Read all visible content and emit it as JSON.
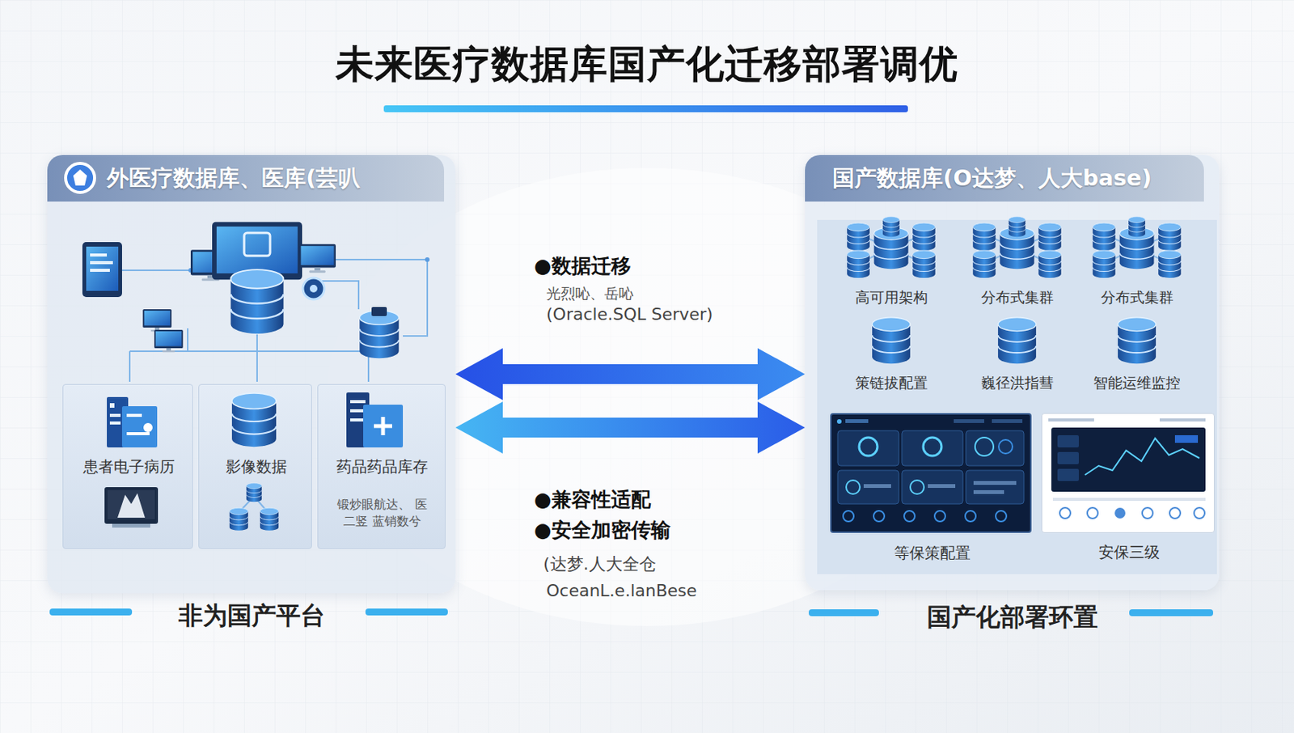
{
  "diagram": {
    "title": "未来医疗数据库国产化迁移部署调优",
    "nodes": [
      {
        "text": [
          "外医疗数据库、医库(芸叭",
          "非为国产平台"
        ]
      },
      {
        "text": [
          "患者电子病历"
        ],
        "in": 0
      },
      {
        "text": [
          "影像数据"
        ],
        "in": 0
      },
      {
        "text": [
          "药品药品库存",
          "锻炒眼航达、 医二竖 蓝销数兮"
        ],
        "in": 0
      },
      {
        "text": [
          "国产数据库(O达梦、人大base)",
          "国产化部署环置"
        ]
      },
      {
        "text": [
          "等保策配置"
        ],
        "in": 4
      },
      {
        "text": [
          "安保三级"
        ],
        "in": 4
      }
    ],
    "edges": [
      {
        "from": 0,
        "to": 4,
        "arrow": "both"
      },
      {
        "from": 0,
        "to": 4,
        "arrow": "both"
      }
    ],
    "labels": [
      "●数据迁移",
      "光烈吣、岳吣",
      "(Oracle.SQL Server)",
      "●兼容性适配",
      "●安全加密传输",
      "(达梦.人大全仓",
      "OceanL.e.lanBese",
      "高可用架构",
      "分布式集群",
      "分布式集群",
      "策链拔配置",
      "巍径洪指彗",
      "智能运维监控"
    ]
  }
}
